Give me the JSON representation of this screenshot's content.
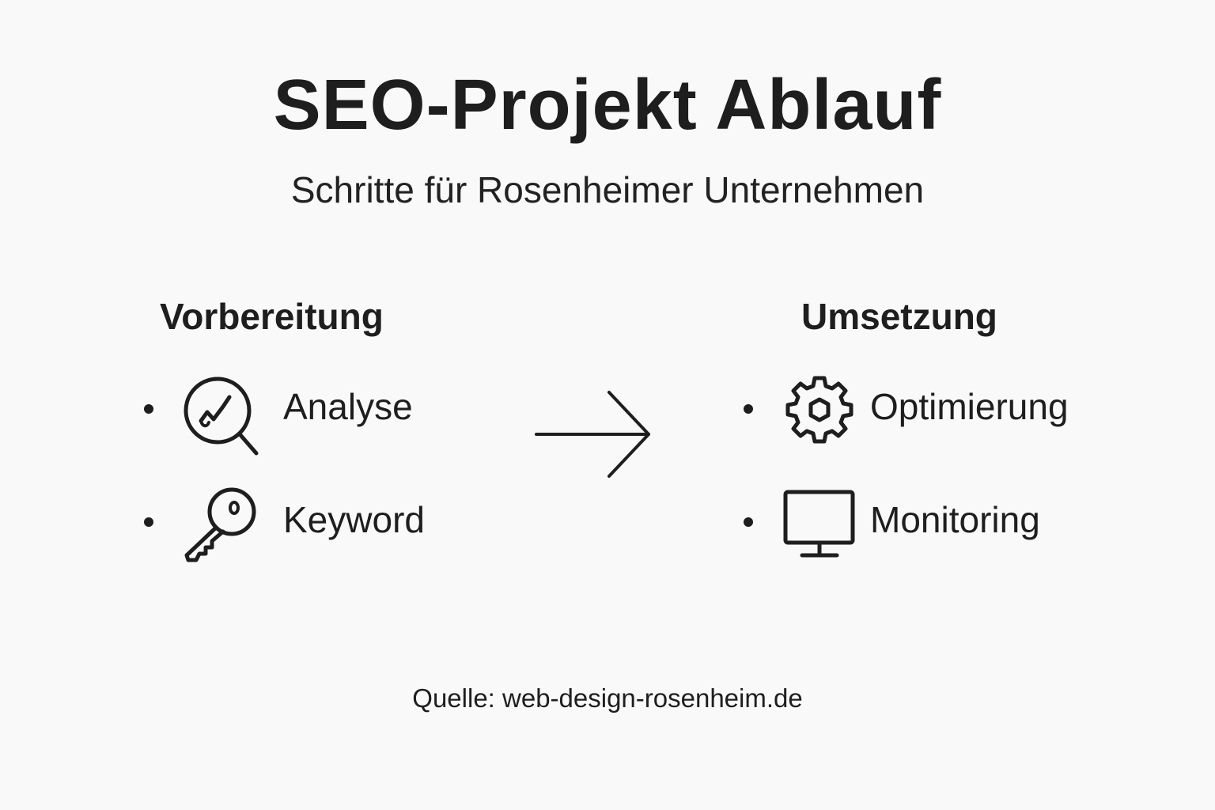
{
  "title": "SEO-Projekt Ablauf",
  "subtitle": "Schritte für Rosenheimer Unternehmen",
  "left_section": {
    "heading": "Vorbereitung",
    "items": [
      {
        "label": "Analyse",
        "icon": "magnifier-chart-icon"
      },
      {
        "label": "Keyword",
        "icon": "key-icon"
      }
    ]
  },
  "right_section": {
    "heading": "Umsetzung",
    "items": [
      {
        "label": "Optimierung",
        "icon": "gear-icon"
      },
      {
        "label": "Monitoring",
        "icon": "monitor-icon"
      }
    ]
  },
  "arrow_icon": "arrow-right-icon",
  "source": "Quelle: web-design-rosenheim.de",
  "colors": {
    "background": "#f9f9f9",
    "ink": "#1e1e1e"
  }
}
